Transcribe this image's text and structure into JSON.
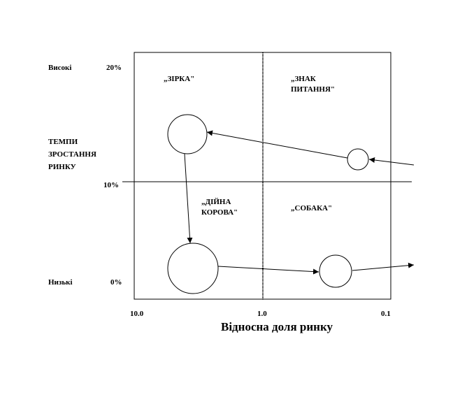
{
  "y_axis": {
    "title_lines": [
      "ТЕМПИ",
      "ЗРОСТАННЯ",
      "РИНКУ"
    ],
    "high_label": "Високі",
    "low_label": "Низькі",
    "ticks": {
      "top": "20%",
      "mid": "10%",
      "bottom": "0%"
    }
  },
  "x_axis": {
    "title": "Відносна доля ринку",
    "ticks": {
      "left": "10.0",
      "mid": "1.0",
      "right": "0.1"
    }
  },
  "quadrants": {
    "star": "„ЗІРКА\"",
    "question_lines": [
      "„ЗНАК",
      "ПИТАННЯ\""
    ],
    "cow_lines": [
      "„ДІЙНА",
      "КОРОВА\""
    ],
    "dog": "„СОБАКА\""
  },
  "colors": {
    "line": "#000000",
    "background": "#ffffff"
  }
}
